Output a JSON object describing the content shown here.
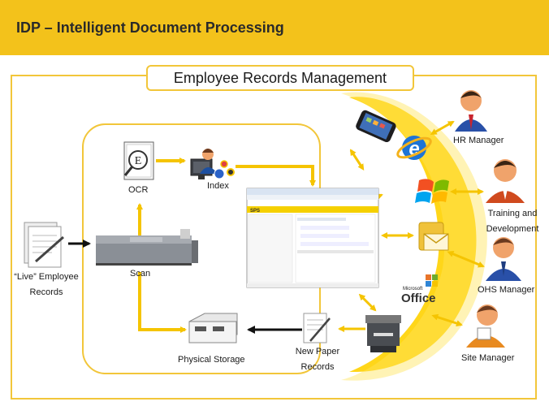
{
  "header": {
    "title": "IDP – Intelligent Document Processing"
  },
  "diagram": {
    "title": "Employee Records Management",
    "labels": {
      "ocr": "OCR",
      "index": "Index",
      "scan": "Scan",
      "live_records_1": "“Live” Employee",
      "live_records_2": "Records",
      "physical_storage": "Physical Storage",
      "new_paper_1": "New Paper",
      "new_paper_2": "Records",
      "hr_manager": "HR Manager",
      "training_1": "Training and",
      "training_2": "Development",
      "ohs_manager": "OHS Manager",
      "site_manager": "Site Manager",
      "ocr_glyph": "E",
      "ms_office_small": "Microsoft",
      "office": "Office",
      "app_logo": "SPS"
    },
    "colors": {
      "accent": "#f3c21b",
      "arrow": "#f5c400",
      "frame": "#f2c63a",
      "dark_arrow": "#111111"
    }
  }
}
